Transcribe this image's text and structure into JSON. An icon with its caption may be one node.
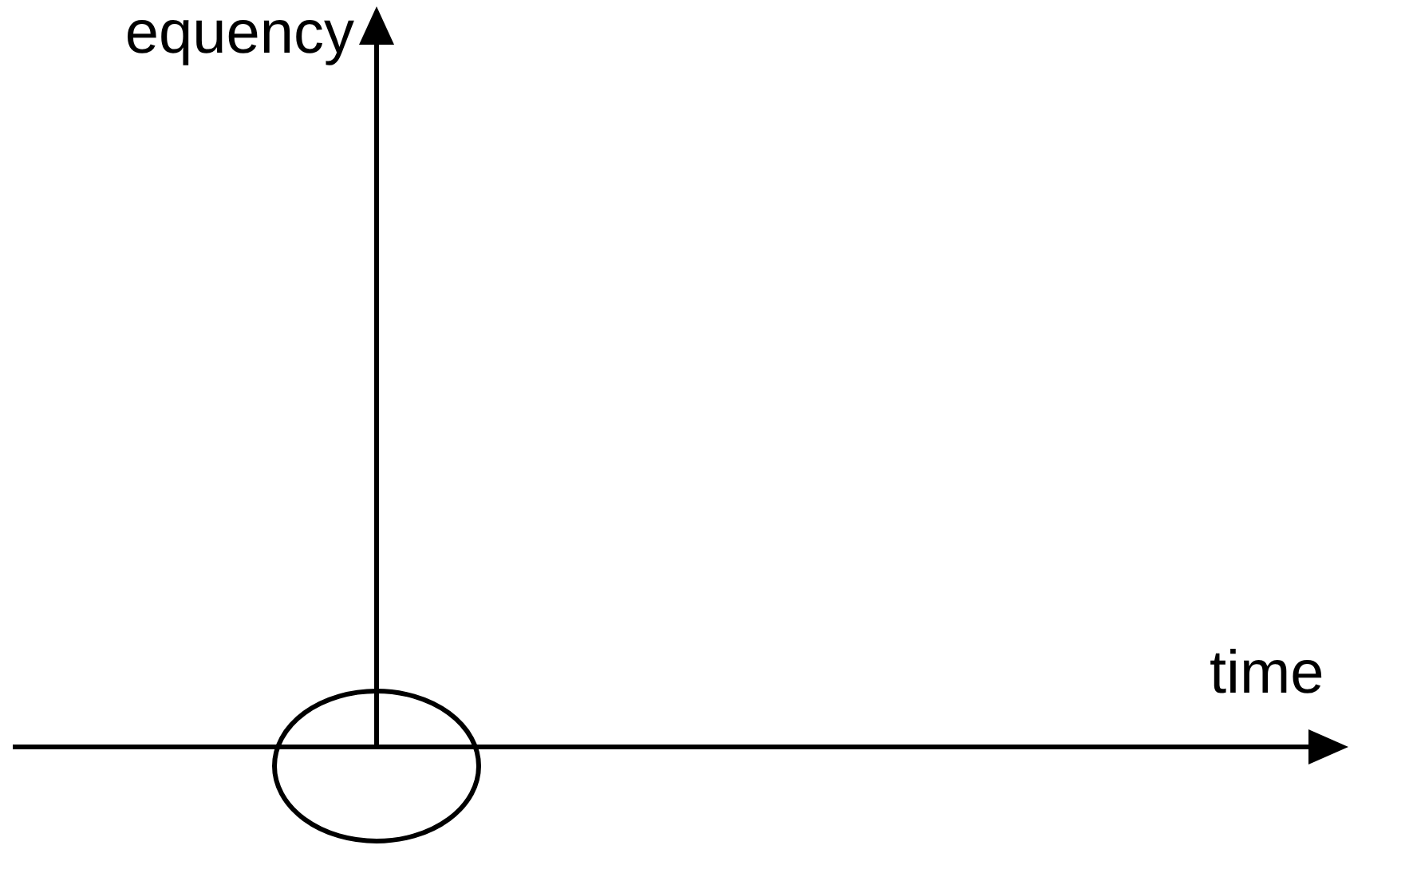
{
  "diagram": {
    "nodes": [
      {
        "text": [],
        "shape": "circle"
      }
    ],
    "labels": [
      "equency",
      "time"
    ]
  }
}
